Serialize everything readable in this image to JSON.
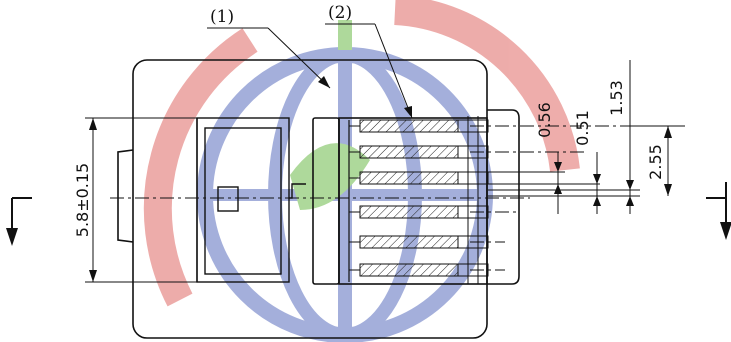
{
  "diagram": {
    "callouts": [
      {
        "id": "1",
        "label": "(1)"
      },
      {
        "id": "2",
        "label": "(2)"
      }
    ],
    "dimensions": {
      "overall_height": "5.8±0.15",
      "contact_width": "0.56",
      "contact_gap": "0.51",
      "offset": "1.53",
      "pitch_span": "2.55"
    },
    "section_marks": [
      "left-section-mark",
      "right-section-mark"
    ],
    "watermark": {
      "description_colors": {
        "arc": "#e06a66",
        "globe": "#5b6fbf",
        "leaf": "#6dbb4a"
      }
    }
  }
}
